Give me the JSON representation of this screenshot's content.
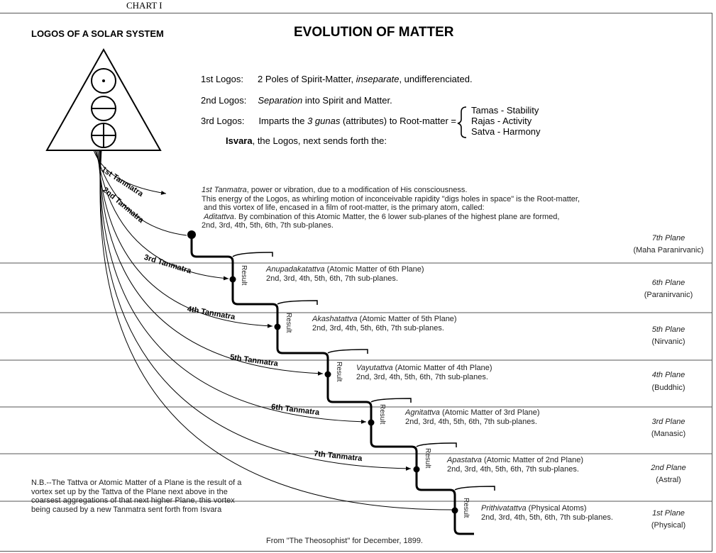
{
  "chart_label": "CHART I",
  "logos_heading": "LOGOS OF A  SOLAR SYSTEM",
  "title": "EVOLUTION OF MATTER",
  "logos": [
    {
      "label": "1st Logos:",
      "pre": "2 Poles of Spirit-Matter, ",
      "em": "inseparate",
      "post": ", undifferenciated."
    },
    {
      "label": "2nd Logos:",
      "pre": "",
      "em": "Separation",
      "post": " into Spirit and Matter."
    },
    {
      "label": "3rd Logos:",
      "pre": "Imparts the ",
      "em": "3 gunas",
      "post": " (attributes) to Root-matter ="
    }
  ],
  "gunas": [
    "Tamas  -  Stability",
    "Rajas  -  Activity",
    "Satva  -  Harmony"
  ],
  "isvara": {
    "bold": "Isvara",
    "rest": ", the Logos, next sends forth the:"
  },
  "first_tanmatra": {
    "em": "1st Tanmatra",
    "line1": ", power or vibration, due to a modification of His consciousness.",
    "line2": "This energy of the Logos, as whirling motion of inconceivable rapidity \"digs holes in space\" is the Root-matter,",
    "line3": " and this vortex of life, encased in a film of root-matter, is the primary atom, called:",
    "line4_em": "Aditattva",
    "line4": ".  By combination of this Atomic Matter, the 6 lower sub-planes of the highest plane are formed,",
    "line5": "2nd, 3rd, 4th, 5th, 6th, 7th sub-planes."
  },
  "tanmatras": [
    "1st Tanmatra",
    "2nd Tanmatra",
    "3rd Tanmatra",
    "4th Tanmatra",
    "5th Tanmatra",
    "6th Tanmatra",
    "7th Tanmatra"
  ],
  "result_label": "Result",
  "atomic": [
    {
      "em": "Anupadakatattva",
      "rest": " (Atomic Matter of 6th Plane)",
      "sub": "2nd, 3rd, 4th, 5th, 6th, 7th sub-planes."
    },
    {
      "em": "Akashatattva",
      "rest": " (Atomic Matter of 5th Plane)",
      "sub": "2nd, 3rd, 4th, 5th, 6th, 7th sub-planes."
    },
    {
      "em": "Vayutattva",
      "rest": " (Atomic Matter of 4th Plane)",
      "sub": "2nd, 3rd, 4th, 5th, 6th, 7th sub-planes."
    },
    {
      "em": "Agnitattva",
      "rest": " (Atomic Matter of 3rd Plane)",
      "sub": "2nd, 3rd, 4th, 5th, 6th, 7th sub-planes."
    },
    {
      "em": "Apastatva",
      "rest": " (Atomic Matter of 2nd Plane)",
      "sub": "2nd, 3rd, 4th, 5th, 6th, 7th sub-planes."
    },
    {
      "em": "Prithivatattva",
      "rest": " (Physical Atoms)",
      "sub": "2nd, 3rd, 4th, 5th, 6th, 7th sub-planes."
    }
  ],
  "planes": [
    {
      "name": "7th Plane",
      "sub": "(Maha Paranirvanic)"
    },
    {
      "name": "6th Plane",
      "sub": "(Paranirvanic)"
    },
    {
      "name": "5th Plane",
      "sub": "(Nirvanic)"
    },
    {
      "name": "4th Plane",
      "sub": "(Buddhic)"
    },
    {
      "name": "3rd Plane",
      "sub": "(Manasic)"
    },
    {
      "name": "2nd Plane",
      "sub": "(Astral)"
    },
    {
      "name": "1st Plane",
      "sub": "(Physical)"
    }
  ],
  "note": "N.B.--The Tattva or Atomic Matter of a Plane is the result of a vortex set up by the Tattva of the Plane next above in the coarsest aggregations of that next higher Plane, this vortex being caused by a new Tanmatra sent forth from Isvara",
  "footer": "From \"The Theosophist\" for December, 1899."
}
